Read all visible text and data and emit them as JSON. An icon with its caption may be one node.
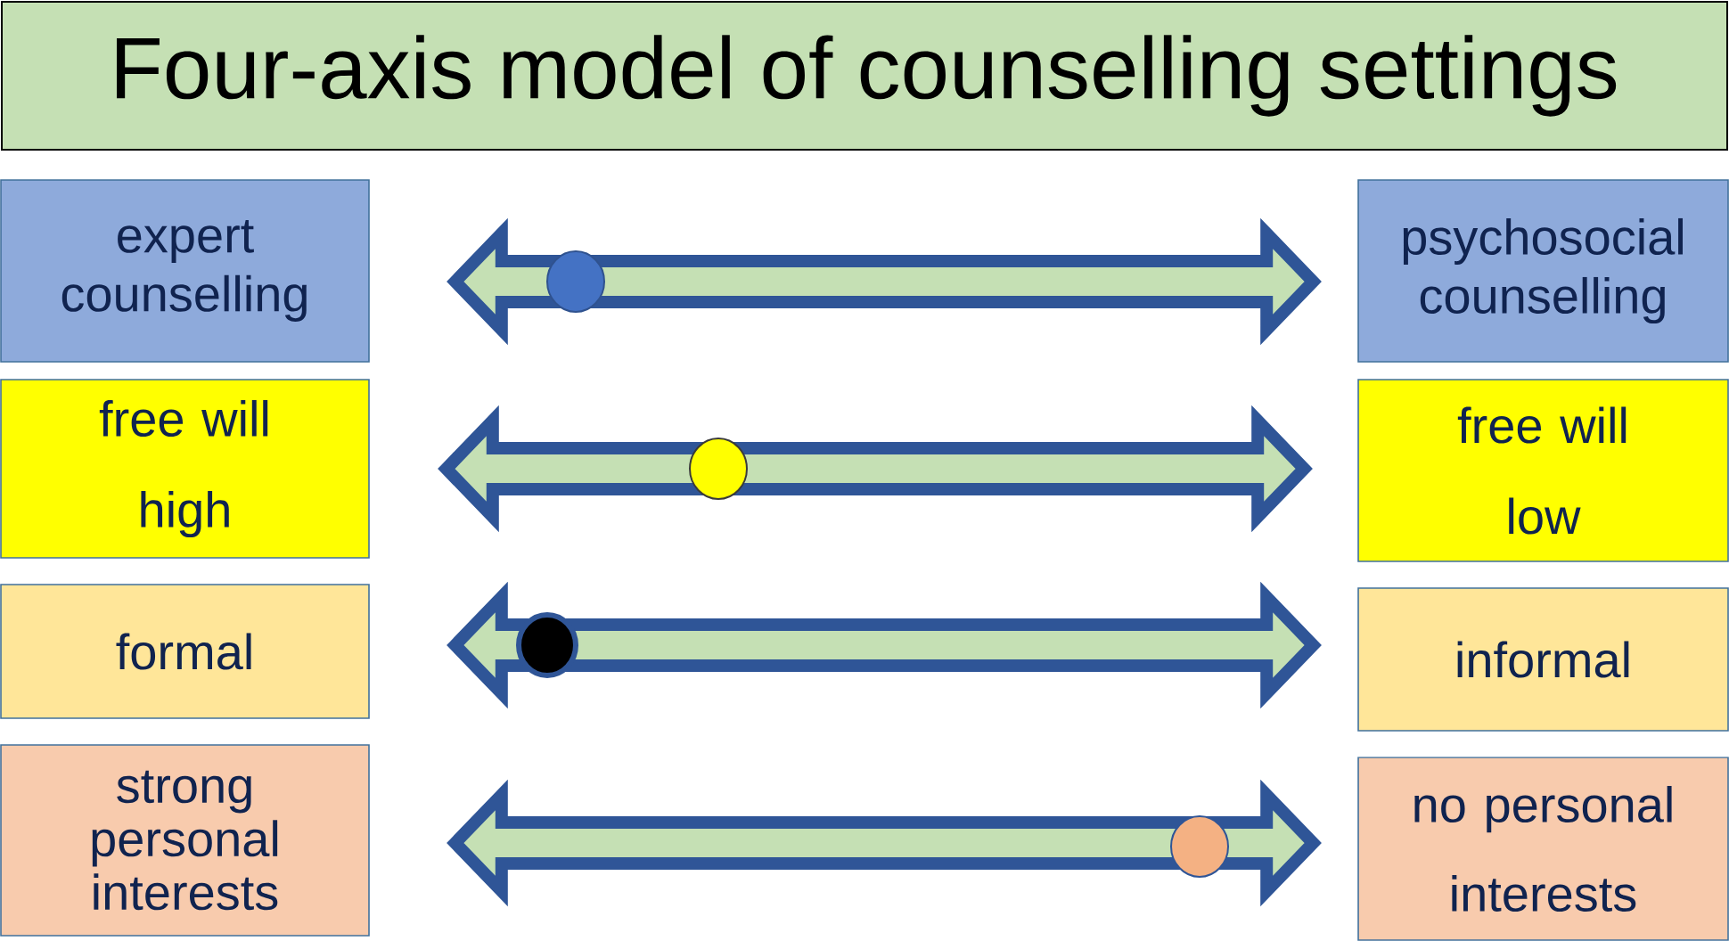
{
  "diagram": {
    "title": "Four-axis model of counselling settings",
    "nodes": [
      {
        "text": [
          "expert counselling"
        ]
      },
      {
        "text": [
          "psychosocial counselling"
        ]
      },
      {
        "text": [
          "free will",
          "high"
        ]
      },
      {
        "text": [
          "free will",
          "low"
        ]
      },
      {
        "text": [
          "formal"
        ]
      },
      {
        "text": [
          "informal"
        ]
      },
      {
        "text": [
          "strong personal interests"
        ]
      },
      {
        "text": [
          "no personal interests"
        ]
      }
    ],
    "edges": [
      {
        "from": 0,
        "to": 1,
        "arrow": "both"
      },
      {
        "from": 2,
        "to": 3,
        "arrow": "both"
      },
      {
        "from": 4,
        "to": 5,
        "arrow": "both"
      },
      {
        "from": 6,
        "to": 7,
        "arrow": "both"
      }
    ]
  }
}
